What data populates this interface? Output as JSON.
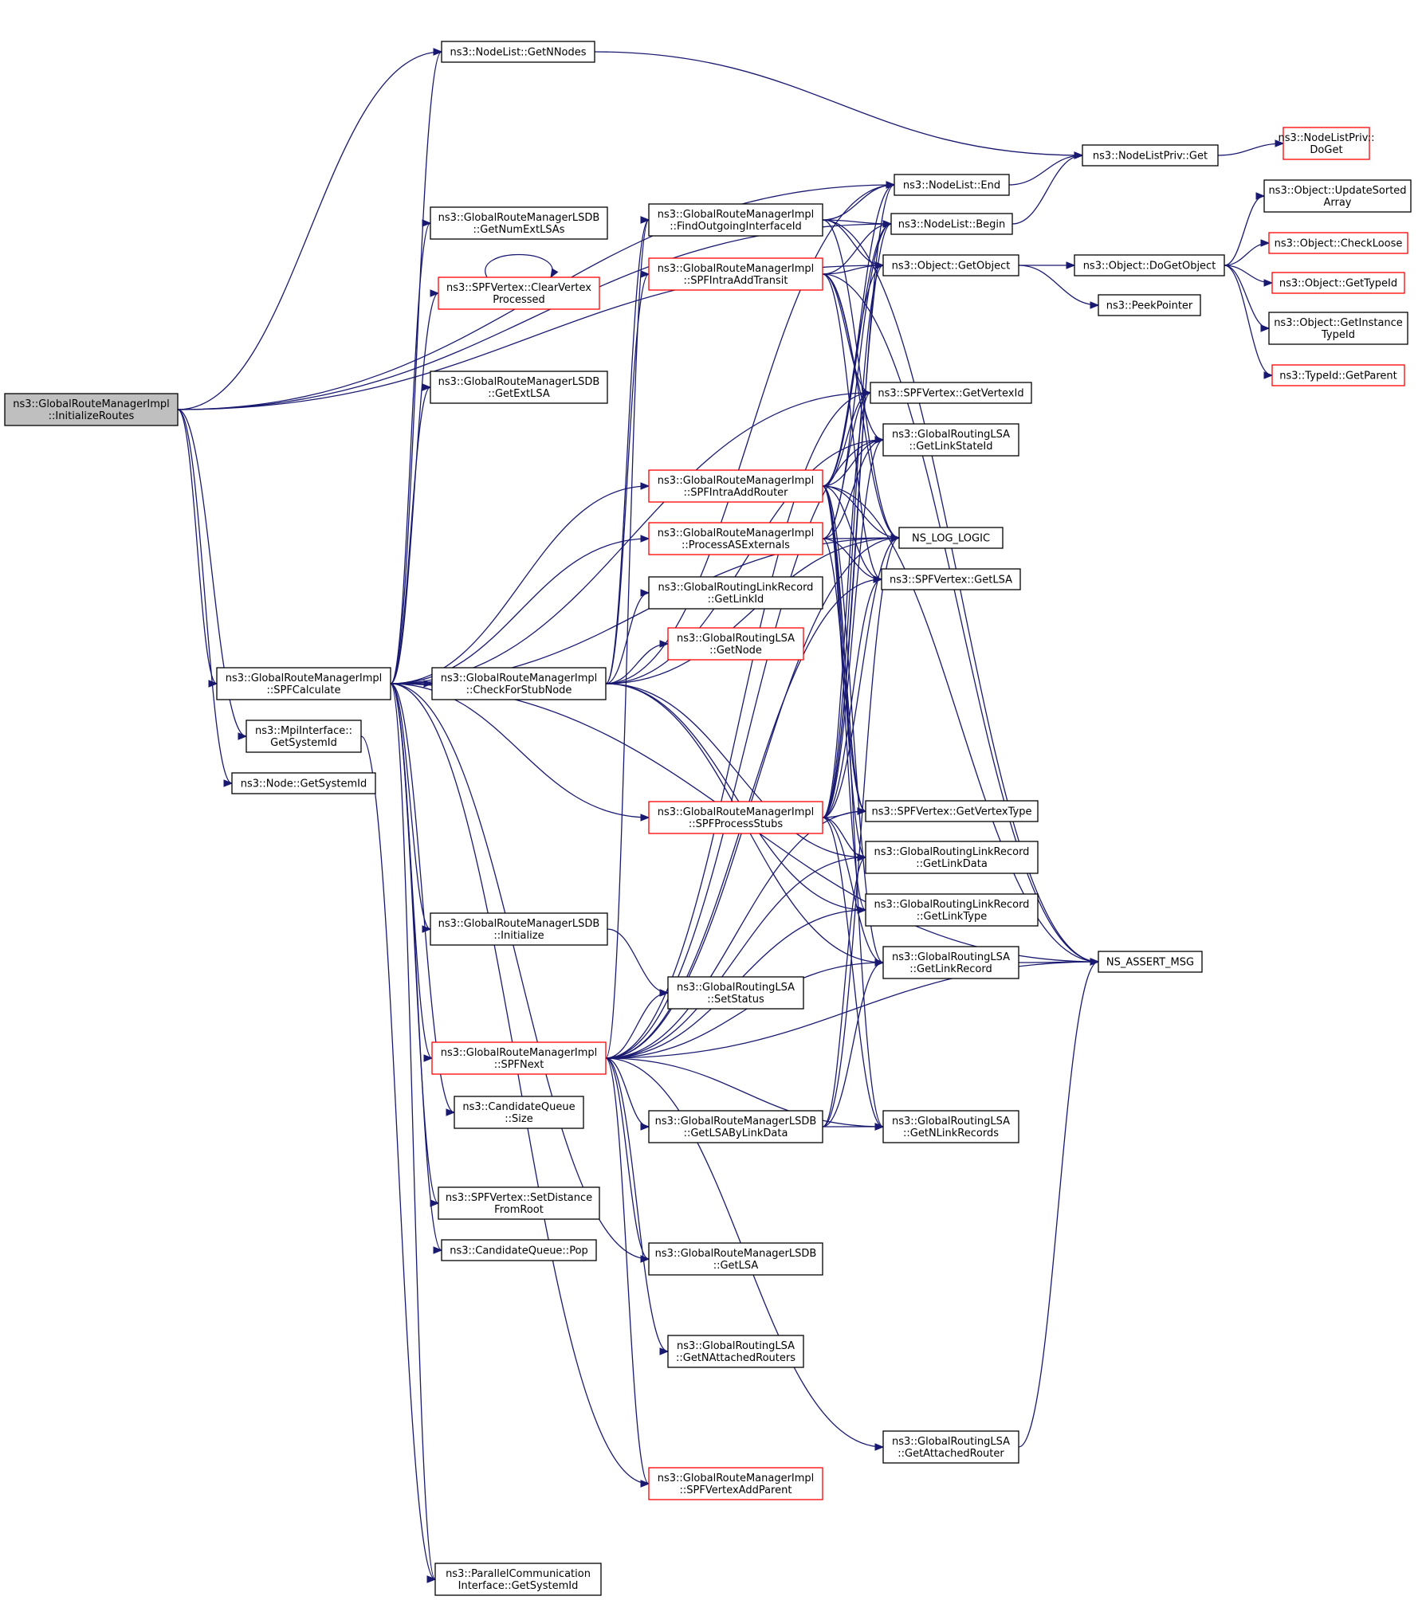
{
  "nodes": {
    "initializeRoutes": [
      "ns3::GlobalRouteManagerImpl",
      "::InitializeRoutes"
    ],
    "getNNodes": [
      "ns3::NodeList::GetNNodes"
    ],
    "getNumExtLSAs": [
      "ns3::GlobalRouteManagerLSDB",
      "::GetNumExtLSAs"
    ],
    "clearVertexProcessed": [
      "ns3::SPFVertex::ClearVertex",
      "Processed"
    ],
    "getExtLSA": [
      "ns3::GlobalRouteManagerLSDB",
      "::GetExtLSA"
    ],
    "spfCalculate": [
      "ns3::GlobalRouteManagerImpl",
      "::SPFCalculate"
    ],
    "mpiGetSystemId": [
      "ns3::MpiInterface::",
      "GetSystemId"
    ],
    "nodeGetSystemId": [
      "ns3::Node::GetSystemId"
    ],
    "lsdbInitialize": [
      "ns3::GlobalRouteManagerLSDB",
      "::Initialize"
    ],
    "spfNext": [
      "ns3::GlobalRouteManagerImpl",
      "::SPFNext"
    ],
    "cqSize": [
      "ns3::CandidateQueue",
      "::Size"
    ],
    "setDistanceFromRoot": [
      "ns3::SPFVertex::SetDistance",
      "FromRoot"
    ],
    "cqPop": [
      "ns3::CandidateQueue::Pop"
    ],
    "parallelGetSystemId": [
      "ns3::ParallelCommunication",
      "Interface::GetSystemId"
    ],
    "checkForStubNode": [
      "ns3::GlobalRouteManagerImpl",
      "::CheckForStubNode"
    ],
    "findOutgoingInterfaceId": [
      "ns3::GlobalRouteManagerImpl",
      "::FindOutgoingInterfaceId"
    ],
    "spfIntraAddTransit": [
      "ns3::GlobalRouteManagerImpl",
      "::SPFIntraAddTransit"
    ],
    "spfIntraAddRouter": [
      "ns3::GlobalRouteManagerImpl",
      "::SPFIntraAddRouter"
    ],
    "processASExternals": [
      "ns3::GlobalRouteManagerImpl",
      "::ProcessASExternals"
    ],
    "linkRecordGetLinkId": [
      "ns3::GlobalRoutingLinkRecord",
      "::GetLinkId"
    ],
    "lsaGetNode": [
      "ns3::GlobalRoutingLSA",
      "::GetNode"
    ],
    "spfProcessStubs": [
      "ns3::GlobalRouteManagerImpl",
      "::SPFProcessStubs"
    ],
    "lsaSetStatus": [
      "ns3::GlobalRoutingLSA",
      "::SetStatus"
    ],
    "getLSAByLinkData": [
      "ns3::GlobalRouteManagerLSDB",
      "::GetLSAByLinkData"
    ],
    "lsdbGetLSA": [
      "ns3::GlobalRouteManagerLSDB",
      "::GetLSA"
    ],
    "getNAttachedRouters": [
      "ns3::GlobalRoutingLSA",
      "::GetNAttachedRouters"
    ],
    "spfVertexAddParent": [
      "ns3::GlobalRouteManagerImpl",
      "::SPFVertexAddParent"
    ],
    "nodeListEnd": [
      "ns3::NodeList::End"
    ],
    "nodeListBegin": [
      "ns3::NodeList::Begin"
    ],
    "objectGetObject": [
      "ns3::Object::GetObject"
    ],
    "getVertexId": [
      "ns3::SPFVertex::GetVertexId"
    ],
    "lsaGetLinkStateId": [
      "ns3::GlobalRoutingLSA",
      "::GetLinkStateId"
    ],
    "nsLogLogic": [
      "NS_LOG_LOGIC"
    ],
    "vertexGetLSA": [
      "ns3::SPFVertex::GetLSA"
    ],
    "getVertexType": [
      "ns3::SPFVertex::GetVertexType"
    ],
    "linkRecordGetLinkData": [
      "ns3::GlobalRoutingLinkRecord",
      "::GetLinkData"
    ],
    "linkRecordGetLinkType": [
      "ns3::GlobalRoutingLinkRecord",
      "::GetLinkType"
    ],
    "lsaGetLinkRecord": [
      "ns3::GlobalRoutingLSA",
      "::GetLinkRecord"
    ],
    "lsaGetNLinkRecords": [
      "ns3::GlobalRoutingLSA",
      "::GetNLinkRecords"
    ],
    "lsaGetAttachedRouter": [
      "ns3::GlobalRoutingLSA",
      "::GetAttachedRouter"
    ],
    "nodeListPrivGet": [
      "ns3::NodeListPriv::Get"
    ],
    "doGetObject": [
      "ns3::Object::DoGetObject"
    ],
    "peekPointer": [
      "ns3::PeekPointer"
    ],
    "nsAssertMsg": [
      "NS_ASSERT_MSG"
    ],
    "nodeListPrivDoGet": [
      "ns3::NodeListPriv::",
      "DoGet"
    ],
    "updateSortedArray": [
      "ns3::Object::UpdateSorted",
      "Array"
    ],
    "checkLoose": [
      "ns3::Object::CheckLoose"
    ],
    "getTypeId": [
      "ns3::Object::GetTypeId"
    ],
    "getInstanceTypeId": [
      "ns3::Object::GetInstance",
      "TypeId"
    ],
    "typeIdGetParent": [
      "ns3::TypeId::GetParent"
    ]
  },
  "edges": [
    [
      "initializeRoutes",
      "getNNodes"
    ],
    [
      "initializeRoutes",
      "nodeListEnd"
    ],
    [
      "initializeRoutes",
      "nodeListBegin"
    ],
    [
      "initializeRoutes",
      "objectGetObject"
    ],
    [
      "initializeRoutes",
      "spfCalculate"
    ],
    [
      "initializeRoutes",
      "mpiGetSystemId"
    ],
    [
      "initializeRoutes",
      "nodeGetSystemId"
    ],
    [
      "getNNodes",
      "nodeListPrivGet"
    ],
    [
      "nodeListEnd",
      "nodeListPrivGet"
    ],
    [
      "nodeListBegin",
      "nodeListPrivGet"
    ],
    [
      "nodeListPrivGet",
      "nodeListPrivDoGet"
    ],
    [
      "objectGetObject",
      "doGetObject"
    ],
    [
      "objectGetObject",
      "peekPointer"
    ],
    [
      "doGetObject",
      "updateSortedArray"
    ],
    [
      "doGetObject",
      "checkLoose"
    ],
    [
      "doGetObject",
      "getTypeId"
    ],
    [
      "doGetObject",
      "getInstanceTypeId"
    ],
    [
      "doGetObject",
      "typeIdGetParent"
    ],
    [
      "clearVertexProcessed",
      "clearVertexProcessed"
    ],
    [
      "spfCalculate",
      "getNNodes"
    ],
    [
      "spfCalculate",
      "getNumExtLSAs"
    ],
    [
      "spfCalculate",
      "clearVertexProcessed"
    ],
    [
      "spfCalculate",
      "getExtLSA"
    ],
    [
      "spfCalculate",
      "getVertexId"
    ],
    [
      "spfCalculate",
      "spfIntraAddRouter"
    ],
    [
      "spfCalculate",
      "processASExternals"
    ],
    [
      "spfCalculate",
      "checkForStubNode"
    ],
    [
      "spfCalculate",
      "nsLogLogic"
    ],
    [
      "spfCalculate",
      "spfProcessStubs"
    ],
    [
      "spfCalculate",
      "lsdbInitialize"
    ],
    [
      "spfCalculate",
      "spfNext"
    ],
    [
      "spfCalculate",
      "cqSize"
    ],
    [
      "spfCalculate",
      "setDistanceFromRoot"
    ],
    [
      "spfCalculate",
      "cqPop"
    ],
    [
      "spfCalculate",
      "lsdbGetLSA"
    ],
    [
      "spfCalculate",
      "spfVertexAddParent"
    ],
    [
      "spfCalculate",
      "nsAssertMsg"
    ],
    [
      "spfCalculate",
      "parallelGetSystemId"
    ],
    [
      "mpiGetSystemId",
      "parallelGetSystemId"
    ],
    [
      "checkForStubNode",
      "linkRecordGetLinkId"
    ],
    [
      "checkForStubNode",
      "lsaGetNode"
    ],
    [
      "checkForStubNode",
      "nsLogLogic"
    ],
    [
      "checkForStubNode",
      "lsaGetLinkStateId"
    ],
    [
      "checkForStubNode",
      "linkRecordGetLinkData"
    ],
    [
      "checkForStubNode",
      "linkRecordGetLinkType"
    ],
    [
      "checkForStubNode",
      "lsaGetLinkRecord"
    ],
    [
      "checkForStubNode",
      "findOutgoingInterfaceId"
    ],
    [
      "checkForStubNode",
      "spfIntraAddTransit"
    ],
    [
      "checkForStubNode",
      "nodeListEnd"
    ],
    [
      "findOutgoingInterfaceId",
      "nodeListEnd"
    ],
    [
      "findOutgoingInterfaceId",
      "nodeListBegin"
    ],
    [
      "findOutgoingInterfaceId",
      "objectGetObject"
    ],
    [
      "findOutgoingInterfaceId",
      "nsAssertMsg"
    ],
    [
      "findOutgoingInterfaceId",
      "nsLogLogic"
    ],
    [
      "spfIntraAddTransit",
      "nodeListBegin"
    ],
    [
      "spfIntraAddTransit",
      "objectGetObject"
    ],
    [
      "spfIntraAddTransit",
      "getVertexId"
    ],
    [
      "spfIntraAddTransit",
      "nsLogLogic"
    ],
    [
      "spfIntraAddTransit",
      "vertexGetLSA"
    ],
    [
      "spfIntraAddTransit",
      "nsAssertMsg"
    ],
    [
      "spfIntraAddTransit",
      "lsaGetLinkStateId"
    ],
    [
      "spfIntraAddRouter",
      "nodeListEnd"
    ],
    [
      "spfIntraAddRouter",
      "nodeListBegin"
    ],
    [
      "spfIntraAddRouter",
      "objectGetObject"
    ],
    [
      "spfIntraAddRouter",
      "getVertexId"
    ],
    [
      "spfIntraAddRouter",
      "lsaGetLinkStateId"
    ],
    [
      "spfIntraAddRouter",
      "nsLogLogic"
    ],
    [
      "spfIntraAddRouter",
      "vertexGetLSA"
    ],
    [
      "spfIntraAddRouter",
      "nsAssertMsg"
    ],
    [
      "spfIntraAddRouter",
      "getVertexType"
    ],
    [
      "spfIntraAddRouter",
      "linkRecordGetLinkData"
    ],
    [
      "spfIntraAddRouter",
      "linkRecordGetLinkType"
    ],
    [
      "spfIntraAddRouter",
      "lsaGetLinkRecord"
    ],
    [
      "spfIntraAddRouter",
      "lsaGetNLinkRecords"
    ],
    [
      "processASExternals",
      "nodeListBegin"
    ],
    [
      "processASExternals",
      "getVertexId"
    ],
    [
      "processASExternals",
      "lsaGetLinkStateId"
    ],
    [
      "processASExternals",
      "nsLogLogic"
    ],
    [
      "processASExternals",
      "vertexGetLSA"
    ],
    [
      "processASExternals",
      "getVertexType"
    ],
    [
      "spfProcessStubs",
      "nodeListEnd"
    ],
    [
      "spfProcessStubs",
      "nodeListBegin"
    ],
    [
      "spfProcessStubs",
      "objectGetObject"
    ],
    [
      "spfProcessStubs",
      "getVertexId"
    ],
    [
      "spfProcessStubs",
      "lsaGetLinkStateId"
    ],
    [
      "spfProcessStubs",
      "nsLogLogic"
    ],
    [
      "spfProcessStubs",
      "vertexGetLSA"
    ],
    [
      "spfProcessStubs",
      "getVertexType"
    ],
    [
      "spfProcessStubs",
      "linkRecordGetLinkData"
    ],
    [
      "spfProcessStubs",
      "lsaGetLinkRecord"
    ],
    [
      "spfProcessStubs",
      "lsaGetNLinkRecords"
    ],
    [
      "lsdbInitialize",
      "lsaSetStatus"
    ],
    [
      "spfNext",
      "lsaSetStatus"
    ],
    [
      "spfNext",
      "getLSAByLinkData"
    ],
    [
      "spfNext",
      "lsdbGetLSA"
    ],
    [
      "spfNext",
      "getNAttachedRouters"
    ],
    [
      "spfNext",
      "lsaGetAttachedRouter"
    ],
    [
      "spfNext",
      "spfVertexAddParent"
    ],
    [
      "spfNext",
      "lsaGetNLinkRecords"
    ],
    [
      "spfNext",
      "lsaGetLinkRecord"
    ],
    [
      "spfNext",
      "linkRecordGetLinkType"
    ],
    [
      "spfNext",
      "linkRecordGetLinkData"
    ],
    [
      "spfNext",
      "getVertexType"
    ],
    [
      "spfNext",
      "vertexGetLSA"
    ],
    [
      "spfNext",
      "nsLogLogic"
    ],
    [
      "spfNext",
      "getVertexId"
    ],
    [
      "spfNext",
      "lsaGetLinkStateId"
    ],
    [
      "spfNext",
      "findOutgoingInterfaceId"
    ],
    [
      "spfNext",
      "nsAssertMsg"
    ],
    [
      "getLSAByLinkData",
      "lsaGetNLinkRecords"
    ],
    [
      "getLSAByLinkData",
      "lsaGetLinkRecord"
    ],
    [
      "getLSAByLinkData",
      "linkRecordGetLinkData"
    ],
    [
      "getLSAByLinkData",
      "nsLogLogic"
    ],
    [
      "lsaGetLinkRecord",
      "nsAssertMsg"
    ],
    [
      "lsaGetAttachedRouter",
      "nsAssertMsg"
    ]
  ]
}
